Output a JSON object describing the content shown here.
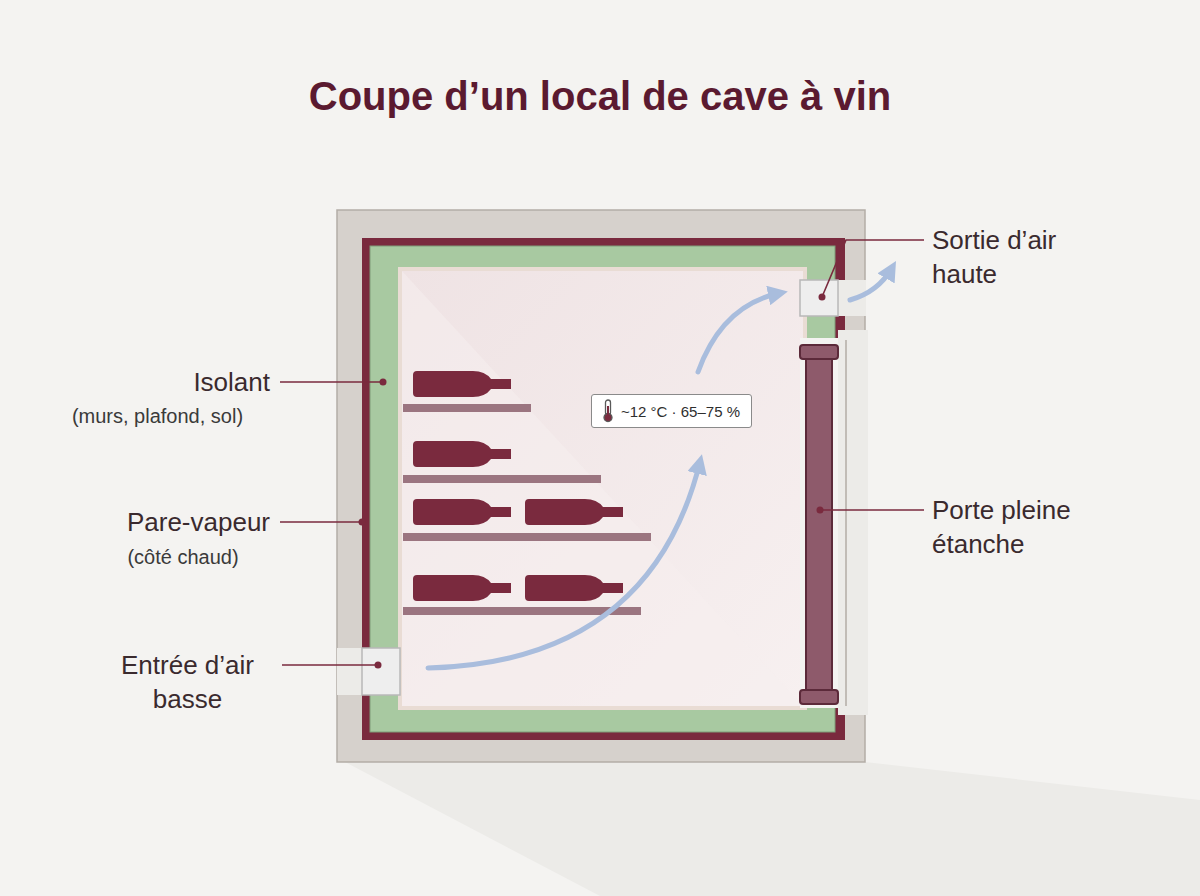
{
  "diagram": {
    "title": "Coupe d’un local de cave à vin",
    "nodes": [
      {
        "text": [
          "~12 °C · 65–75 %"
        ]
      }
    ],
    "labels": [
      "Isolant",
      "(murs, plafond, sol)",
      "Pare-vapeur",
      "(côté chaud)",
      "Entrée d’air basse",
      "Sortie d’air haute",
      "Porte pleine étanche"
    ]
  }
}
